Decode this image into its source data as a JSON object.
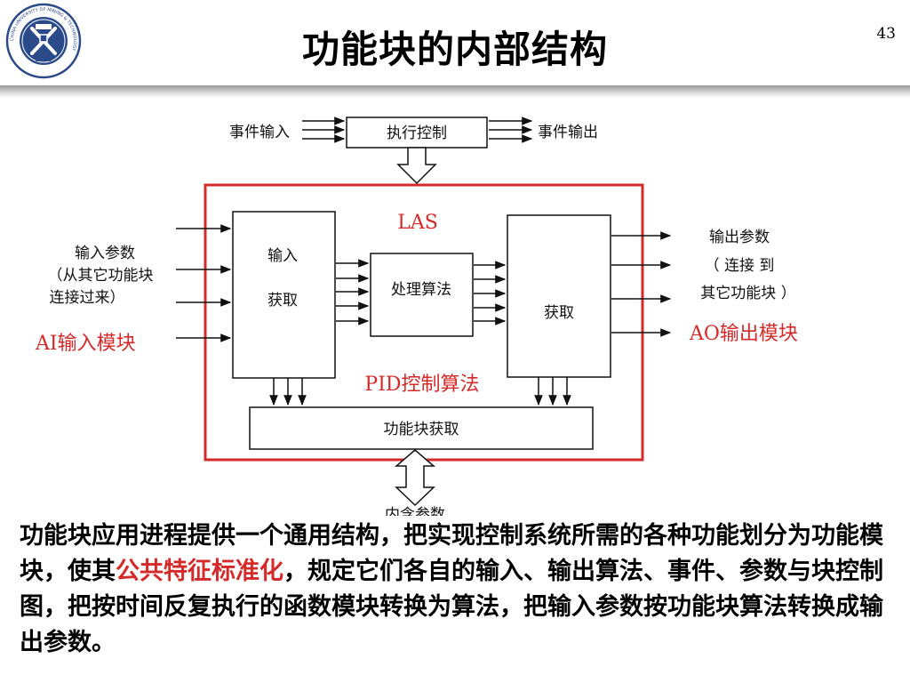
{
  "slide": {
    "title": "功能块的内部结构",
    "page_number": "43"
  },
  "logo": {
    "year": "1909",
    "ring_text": "CHINA UNIVERSITY OF MINING & TECHNOLOGY"
  },
  "diagram": {
    "top_box": "执行控制",
    "event_input": "事件输入",
    "event_output": "事件输出",
    "las_label": "LAS",
    "input_box_line1": "输入",
    "input_box_line2": "获取",
    "process_box": "处理算法",
    "output_box": "获取",
    "pid_label": "PID控制算法",
    "bottom_box": "功能块获取",
    "input_params_line1": "输入参数",
    "input_params_line2": "（从其它功能块",
    "input_params_line3": "连接过来）",
    "ai_label": "AI输入模块",
    "output_params_line1": "输出参数",
    "output_params_line2": "（ 连接 到",
    "output_params_line3": "其它功能块 ）",
    "ao_label": "AO输出模块",
    "internal_params": "内含参数",
    "colors": {
      "accent_red": "#d42a2a"
    }
  },
  "body": {
    "part1": "功能块应用进程提供一个通用结构，把实现控制系统所需的各种功能划分为功能模块，使其",
    "highlight": "公共特征标准化",
    "part2": "，规定它们各自的输入、输出算法、事件、参数与块控制图，把按时间反复执行的函数模块转换为算法，把输入参数按功能块算法转换成输出参数。"
  }
}
